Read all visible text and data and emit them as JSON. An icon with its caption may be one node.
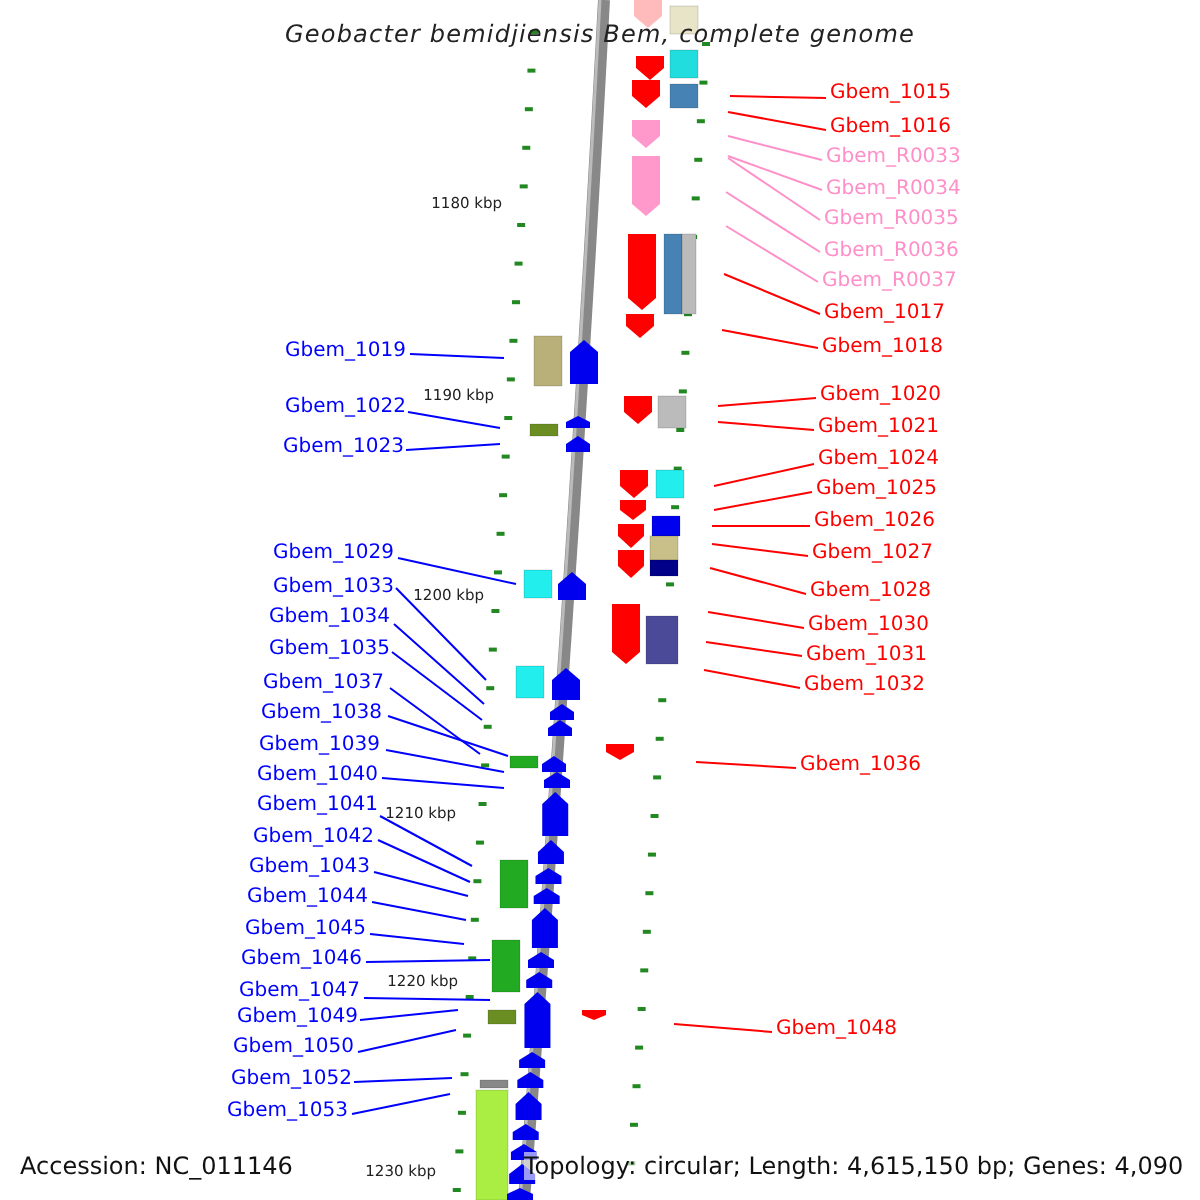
{
  "diagram": {
    "title": "Geobacter bemidjiensis Bem, complete genome",
    "nodes": [
      {
        "text": [
          "Gbem_1015"
        ]
      },
      {
        "text": [
          "Gbem_1016"
        ]
      },
      {
        "text": [
          "Gbem_R0033"
        ]
      },
      {
        "text": [
          "Gbem_R0034"
        ]
      },
      {
        "text": [
          "Gbem_R0035"
        ]
      },
      {
        "text": [
          "Gbem_R0036"
        ]
      },
      {
        "text": [
          "Gbem_R0037"
        ]
      },
      {
        "text": [
          "Gbem_1017"
        ]
      },
      {
        "text": [
          "Gbem_1018"
        ]
      },
      {
        "text": [
          "Gbem_1019"
        ]
      },
      {
        "text": [
          "Gbem_1020"
        ]
      },
      {
        "text": [
          "Gbem_1022"
        ]
      },
      {
        "text": [
          "Gbem_1021"
        ]
      },
      {
        "text": [
          "Gbem_1023"
        ]
      },
      {
        "text": [
          "Gbem_1024"
        ]
      },
      {
        "text": [
          "Gbem_1025"
        ]
      },
      {
        "text": [
          "Gbem_1026"
        ]
      },
      {
        "text": [
          "Gbem_1027"
        ]
      },
      {
        "text": [
          "Gbem_1029"
        ]
      },
      {
        "text": [
          "Gbem_1033"
        ]
      },
      {
        "text": [
          "Gbem_1028"
        ]
      },
      {
        "text": [
          "Gbem_1034"
        ]
      },
      {
        "text": [
          "Gbem_1030"
        ]
      },
      {
        "text": [
          "Gbem_1035"
        ]
      },
      {
        "text": [
          "Gbem_1031"
        ]
      },
      {
        "text": [
          "Gbem_1037"
        ]
      },
      {
        "text": [
          "Gbem_1032"
        ]
      },
      {
        "text": [
          "Gbem_1038"
        ]
      },
      {
        "text": [
          "Gbem_1039"
        ]
      },
      {
        "text": [
          "Gbem_1036"
        ]
      },
      {
        "text": [
          "Gbem_1040"
        ]
      },
      {
        "text": [
          "Gbem_1041"
        ]
      },
      {
        "text": [
          "Gbem_1042"
        ]
      },
      {
        "text": [
          "Gbem_1043"
        ]
      },
      {
        "text": [
          "Gbem_1044"
        ]
      },
      {
        "text": [
          "Gbem_1045"
        ]
      },
      {
        "text": [
          "Gbem_1046"
        ]
      },
      {
        "text": [
          "Gbem_1047"
        ]
      },
      {
        "text": [
          "Gbem_1049"
        ]
      },
      {
        "text": [
          "Gbem_1048"
        ]
      },
      {
        "text": [
          "Gbem_1050"
        ]
      },
      {
        "text": [
          "Gbem_1052"
        ]
      },
      {
        "text": [
          "Gbem_1053"
        ]
      }
    ],
    "edges": [
      {
        "from": 0,
        "to": null,
        "arrow": "none",
        "color": "#ff0000"
      },
      {
        "from": 1,
        "to": null,
        "arrow": "none",
        "color": "#ff0000"
      },
      {
        "from": 2,
        "to": null,
        "arrow": "none",
        "color": "#ff8fc8"
      },
      {
        "from": 3,
        "to": null,
        "arrow": "none",
        "color": "#ff8fc8"
      },
      {
        "from": 4,
        "to": null,
        "arrow": "none",
        "color": "#ff8fc8"
      },
      {
        "from": 5,
        "to": null,
        "arrow": "none",
        "color": "#ff8fc8"
      },
      {
        "from": 6,
        "to": null,
        "arrow": "none",
        "color": "#ff8fc8"
      },
      {
        "from": 7,
        "to": null,
        "arrow": "none",
        "color": "#ff0000"
      },
      {
        "from": 8,
        "to": null,
        "arrow": "none",
        "color": "#ff0000"
      },
      {
        "from": 9,
        "to": null,
        "arrow": "none"
      },
      {
        "from": 10,
        "to": null,
        "arrow": "none",
        "color": "#ff0000"
      },
      {
        "from": 11,
        "to": null,
        "arrow": "none"
      },
      {
        "from": 12,
        "to": null,
        "arrow": "none",
        "color": "#ff0000"
      },
      {
        "from": 13,
        "to": null,
        "arrow": "none"
      },
      {
        "from": 14,
        "to": null,
        "arrow": "none",
        "color": "#ff0000"
      },
      {
        "from": 15,
        "to": null,
        "arrow": "none",
        "color": "#ff0000"
      },
      {
        "from": 16,
        "to": null,
        "arrow": "none",
        "color": "#ff0000"
      },
      {
        "from": 17,
        "to": null,
        "arrow": "none",
        "color": "#ff0000"
      },
      {
        "from": 18,
        "to": null,
        "arrow": "none"
      },
      {
        "from": 19,
        "to": null,
        "arrow": "none"
      },
      {
        "from": 20,
        "to": null,
        "arrow": "none",
        "color": "#ff0000"
      },
      {
        "from": 21,
        "to": null,
        "arrow": "none"
      },
      {
        "from": 22,
        "to": null,
        "arrow": "none",
        "color": "#ff0000"
      },
      {
        "from": 23,
        "to": null,
        "arrow": "none"
      },
      {
        "from": 24,
        "to": null,
        "arrow": "none",
        "color": "#ff0000"
      },
      {
        "from": 25,
        "to": null,
        "arrow": "none"
      },
      {
        "from": 26,
        "to": null,
        "arrow": "none",
        "color": "#ff0000"
      },
      {
        "from": 27,
        "to": null,
        "arrow": "none"
      },
      {
        "from": 28,
        "to": null,
        "arrow": "none"
      },
      {
        "from": 29,
        "to": null,
        "arrow": "none",
        "color": "#ff0000"
      },
      {
        "from": 30,
        "to": null,
        "arrow": "none"
      },
      {
        "from": 31,
        "to": null,
        "arrow": "none"
      },
      {
        "from": 32,
        "to": null,
        "arrow": "none"
      },
      {
        "from": 33,
        "to": null,
        "arrow": "none"
      },
      {
        "from": 34,
        "to": null,
        "arrow": "none"
      },
      {
        "from": 35,
        "to": null,
        "arrow": "none"
      },
      {
        "from": 36,
        "to": null,
        "arrow": "none"
      },
      {
        "from": 37,
        "to": null,
        "arrow": "none"
      },
      {
        "from": 38,
        "to": null,
        "arrow": "none"
      },
      {
        "from": 39,
        "to": null,
        "arrow": "none",
        "color": "#ff0000"
      },
      {
        "from": 40,
        "to": null,
        "arrow": "none"
      },
      {
        "from": 41,
        "to": null,
        "arrow": "none"
      },
      {
        "from": 42,
        "to": null,
        "arrow": "none"
      }
    ],
    "labels": [
      "1180 kbp",
      "1190 kbp",
      "1200 kbp",
      "1210 kbp",
      "1220 kbp",
      "1230 kbp",
      "Accession: NC_011146",
      "Topology: circular; Length: 4,615,150 bp; Genes: 4,090"
    ]
  }
}
